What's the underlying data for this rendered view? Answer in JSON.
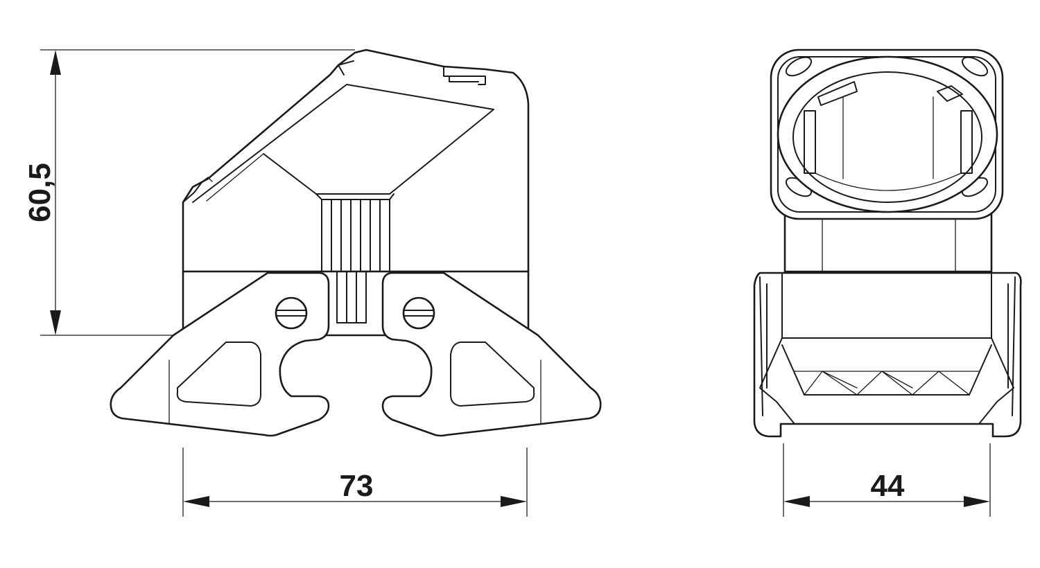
{
  "dimensions": {
    "height": "60,5",
    "width_side": "73",
    "width_front": "44"
  },
  "colors": {
    "line": "#1a1a1a",
    "background": "#ffffff"
  }
}
